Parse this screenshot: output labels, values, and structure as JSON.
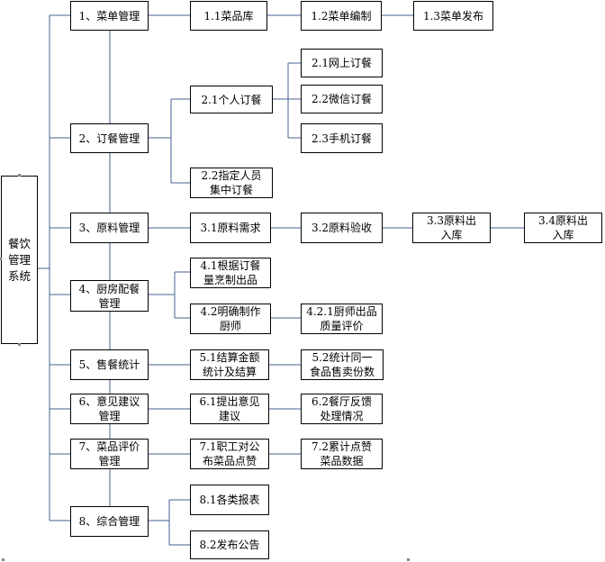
{
  "diagram": {
    "root": "餐饮\n管理\n系统",
    "nodes": {
      "n1": "1、菜单管理",
      "n1_1": "1.1菜品库",
      "n1_2": "1.2菜单编制",
      "n1_3": "1.3菜单发布",
      "n2": "2、订餐管理",
      "n2_1": "2.1个人订餐",
      "n2_1_1": "2.1网上订餐",
      "n2_2": "2.2微信订餐",
      "n2_3": "2.3手机订餐",
      "n2_2b": "2.2指定人员\n集中订餐",
      "n3": "3、原料管理",
      "n3_1": "3.1原料需求",
      "n3_2": "3.2原料验收",
      "n3_3": "3.3原料出\n入库",
      "n3_4": "3.4原料出\n入库",
      "n4": "4、厨房配餐\n管理",
      "n4_1": "4.1根据订餐\n量烹制出品",
      "n4_2": "4.2明确制作\n厨师",
      "n4_2_1": "4.2.1厨师出品\n质量评价",
      "n5": "5、售餐统计",
      "n5_1": "5.1结算金额\n统计及结算",
      "n5_2": "5.2统计同一\n食品售卖份数",
      "n6": "6、意见建议\n管理",
      "n6_1": "6.1提出意见\n建议",
      "n6_2": "6.2餐厅反馈\n处理情况",
      "n7": "7、菜品评价\n管理",
      "n7_1": "7.1职工对公\n布菜品点赞",
      "n7_2": "7.2累计点赞\n菜品数据",
      "n8": "8、综合管理",
      "n8_1": "8.1各类报表",
      "n8_2": "8.2发布公告"
    }
  }
}
